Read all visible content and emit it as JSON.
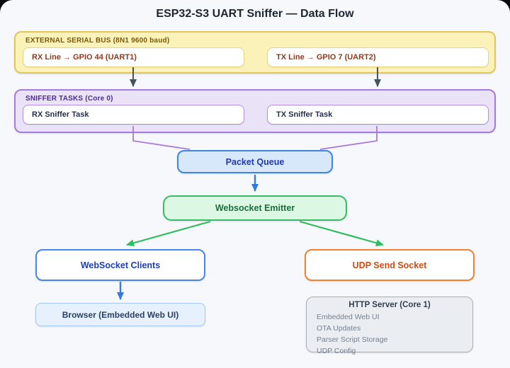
{
  "title": "ESP32-S3 UART Sniffer — Data Flow",
  "groups": {
    "serial_bus": {
      "label": "EXTERNAL SERIAL BUS (8N1 9600 baud)",
      "nodes": [
        {
          "label": "RX Line → GPIO 44 (UART1)"
        },
        {
          "label": "TX Line → GPIO 7 (UART2)"
        }
      ]
    },
    "sniffer_tasks": {
      "label": "SNIFFER TASKS (Core 0)",
      "nodes": [
        {
          "label": "RX Sniffer Task"
        },
        {
          "label": "TX Sniffer Task"
        }
      ]
    }
  },
  "nodes": {
    "packet_queue": {
      "label": "Packet Queue"
    },
    "websocket_emitter": {
      "label": "Websocket Emitter"
    },
    "websocket_clients": {
      "label": "WebSocket Clients"
    },
    "udp_send_socket": {
      "label": "UDP Send Socket"
    },
    "browser": {
      "label": "Browser (Embedded Web UI)"
    },
    "http_server": {
      "title": "HTTP Server (Core 1)",
      "items": [
        "Embedded Web UI",
        "OTA Updates",
        "Parser Script Storage",
        "UDP Config"
      ]
    }
  },
  "colors": {
    "serial_bus_bg": "#FBF2BA",
    "serial_bus_border": "#E2C65A",
    "serial_bus_label": "#7A5A08",
    "serial_node_text": "#93391B",
    "sniffer_bg": "#EAE3F8",
    "sniffer_border": "#A879DE",
    "sniffer_label": "#4E2A8E",
    "queue_bg": "#D8E8FB",
    "queue_border": "#3E85DC",
    "queue_text": "#2038B0",
    "emitter_bg": "#DCF7E4",
    "emitter_border": "#38BC63",
    "emitter_text": "#18713A",
    "clients_border": "#4A86E8",
    "clients_text": "#1D3EB5",
    "udp_border": "#F28030",
    "udp_text": "#CE4B16",
    "browser_bg": "#E7F1FD",
    "browser_border": "#A6C9F2",
    "http_bg": "#EAEDF2",
    "http_border": "#A6B0BC",
    "arrow_dark": "#47535F",
    "arrow_blue": "#2E7CE0",
    "arrow_green": "#2EBE5E",
    "connector_purple": "#A87ADF"
  }
}
